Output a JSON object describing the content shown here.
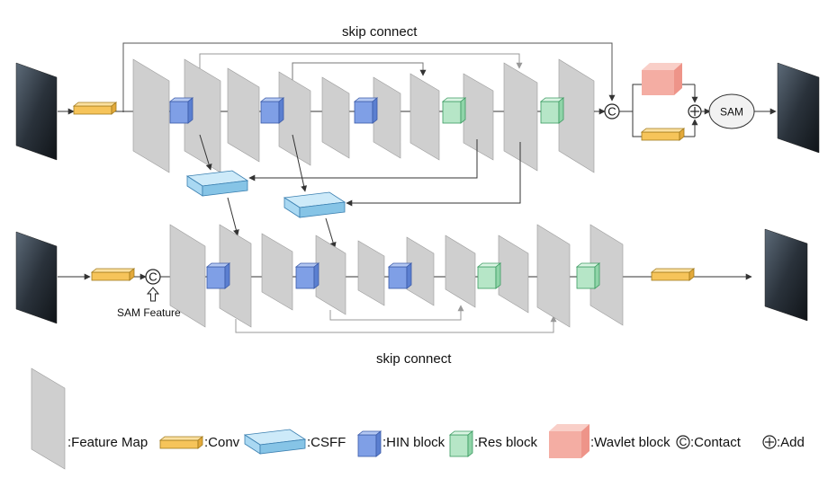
{
  "labels": {
    "skip_top": "skip connect",
    "skip_bottom": "skip connect",
    "sam": "SAM",
    "sam_feature": "SAM Feature",
    "concat_symbol": "C",
    "add_symbol": "+"
  },
  "legend": [
    {
      "key": "feature_map",
      "label": ":Feature Map"
    },
    {
      "key": "conv",
      "label": ":Conv"
    },
    {
      "key": "csff",
      "label": ":CSFF"
    },
    {
      "key": "hin",
      "label": ":HIN block"
    },
    {
      "key": "res",
      "label": ":Res block"
    },
    {
      "key": "wavlet",
      "label": ":Wavlet block"
    },
    {
      "key": "contact",
      "label": ":Contact"
    },
    {
      "key": "add",
      "label": ":Add"
    }
  ],
  "colors": {
    "feature_map": "#cfcfcf",
    "conv": "#f6c45a",
    "csff": "#a9d8f2",
    "hin": "#7f9fe6",
    "res": "#b6e6c7",
    "wavlet": "#f4ada3",
    "line": "#333333",
    "image": "#2c3540"
  },
  "icons": [
    "input-image-icon",
    "output-image-icon",
    "feature-map-icon",
    "conv-block-icon",
    "csff-block-icon",
    "hin-block-icon",
    "res-block-icon",
    "wavlet-block-icon",
    "concat-icon",
    "add-icon",
    "arrow-icon"
  ]
}
